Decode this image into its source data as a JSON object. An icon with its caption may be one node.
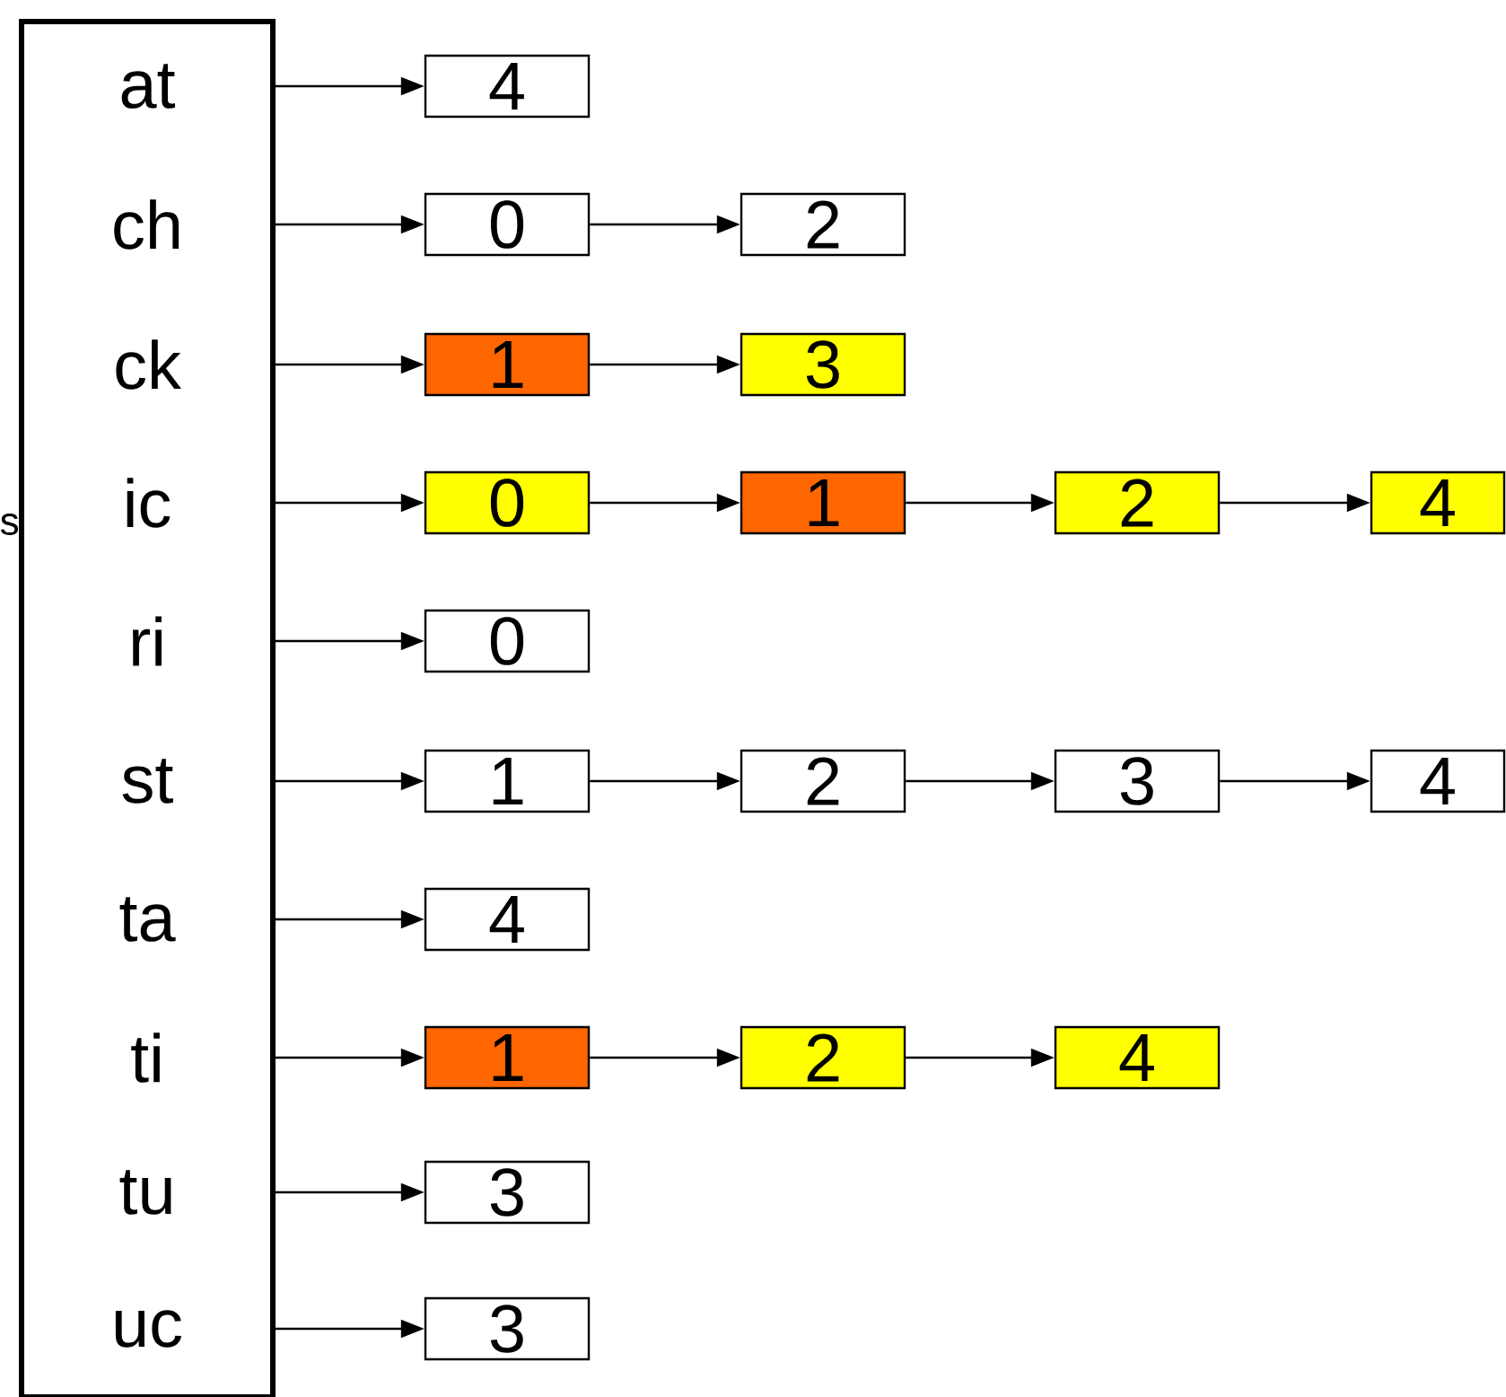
{
  "diagram": {
    "nodes": [
      {
        "text": [],
        "shape": "box"
      },
      {
        "text": [
          "at"
        ],
        "in": 0
      },
      {
        "text": [
          "4"
        ]
      },
      {
        "text": [
          "ch"
        ],
        "in": 0
      },
      {
        "text": [
          "0"
        ]
      },
      {
        "text": [
          "2"
        ]
      },
      {
        "text": [
          "ck"
        ],
        "in": 0
      },
      {
        "text": [
          "1"
        ]
      },
      {
        "text": [
          "3"
        ]
      },
      {
        "text": [
          "ic"
        ],
        "in": 0
      },
      {
        "text": [
          "0"
        ]
      },
      {
        "text": [
          "1"
        ]
      },
      {
        "text": [
          "2"
        ]
      },
      {
        "text": [
          "4"
        ]
      },
      {
        "text": [
          "ri"
        ],
        "in": 0
      },
      {
        "text": [
          "0"
        ]
      },
      {
        "text": [
          "st"
        ],
        "in": 0
      },
      {
        "text": [
          "1"
        ]
      },
      {
        "text": [
          "2"
        ]
      },
      {
        "text": [
          "3"
        ]
      },
      {
        "text": [
          "4"
        ]
      },
      {
        "text": [
          "ta"
        ],
        "in": 0
      },
      {
        "text": [
          "4"
        ]
      },
      {
        "text": [
          "ti"
        ],
        "in": 0
      },
      {
        "text": [
          "1"
        ]
      },
      {
        "text": [
          "2"
        ]
      },
      {
        "text": [
          "4"
        ]
      },
      {
        "text": [
          "tu"
        ],
        "in": 0
      },
      {
        "text": [
          "3"
        ]
      },
      {
        "text": [
          "uc"
        ],
        "in": 0
      },
      {
        "text": [
          "3"
        ]
      }
    ],
    "edges": [
      {
        "from": 1,
        "to": 2,
        "arrow": "to"
      },
      {
        "from": 3,
        "to": 4,
        "arrow": "to"
      },
      {
        "from": 4,
        "to": 5,
        "arrow": "to"
      },
      {
        "from": 6,
        "to": 7,
        "arrow": "to"
      },
      {
        "from": 7,
        "to": 8,
        "arrow": "to"
      },
      {
        "from": 9,
        "to": 10,
        "arrow": "to"
      },
      {
        "from": 10,
        "to": 11,
        "arrow": "to"
      },
      {
        "from": 11,
        "to": 12,
        "arrow": "to"
      },
      {
        "from": 12,
        "to": 13,
        "arrow": "to"
      },
      {
        "from": 14,
        "to": 15,
        "arrow": "to"
      },
      {
        "from": 16,
        "to": 17,
        "arrow": "to"
      },
      {
        "from": 17,
        "to": 18,
        "arrow": "to"
      },
      {
        "from": 18,
        "to": 19,
        "arrow": "to"
      },
      {
        "from": 19,
        "to": 20,
        "arrow": "to"
      },
      {
        "from": 21,
        "to": 22,
        "arrow": "to"
      },
      {
        "from": 23,
        "to": 24,
        "arrow": "to"
      },
      {
        "from": 24,
        "to": 25,
        "arrow": "to"
      },
      {
        "from": 25,
        "to": 26,
        "arrow": "to"
      },
      {
        "from": 27,
        "to": 28,
        "arrow": "to"
      },
      {
        "from": 29,
        "to": 30,
        "arrow": "to"
      }
    ],
    "labels": [
      "s"
    ]
  }
}
